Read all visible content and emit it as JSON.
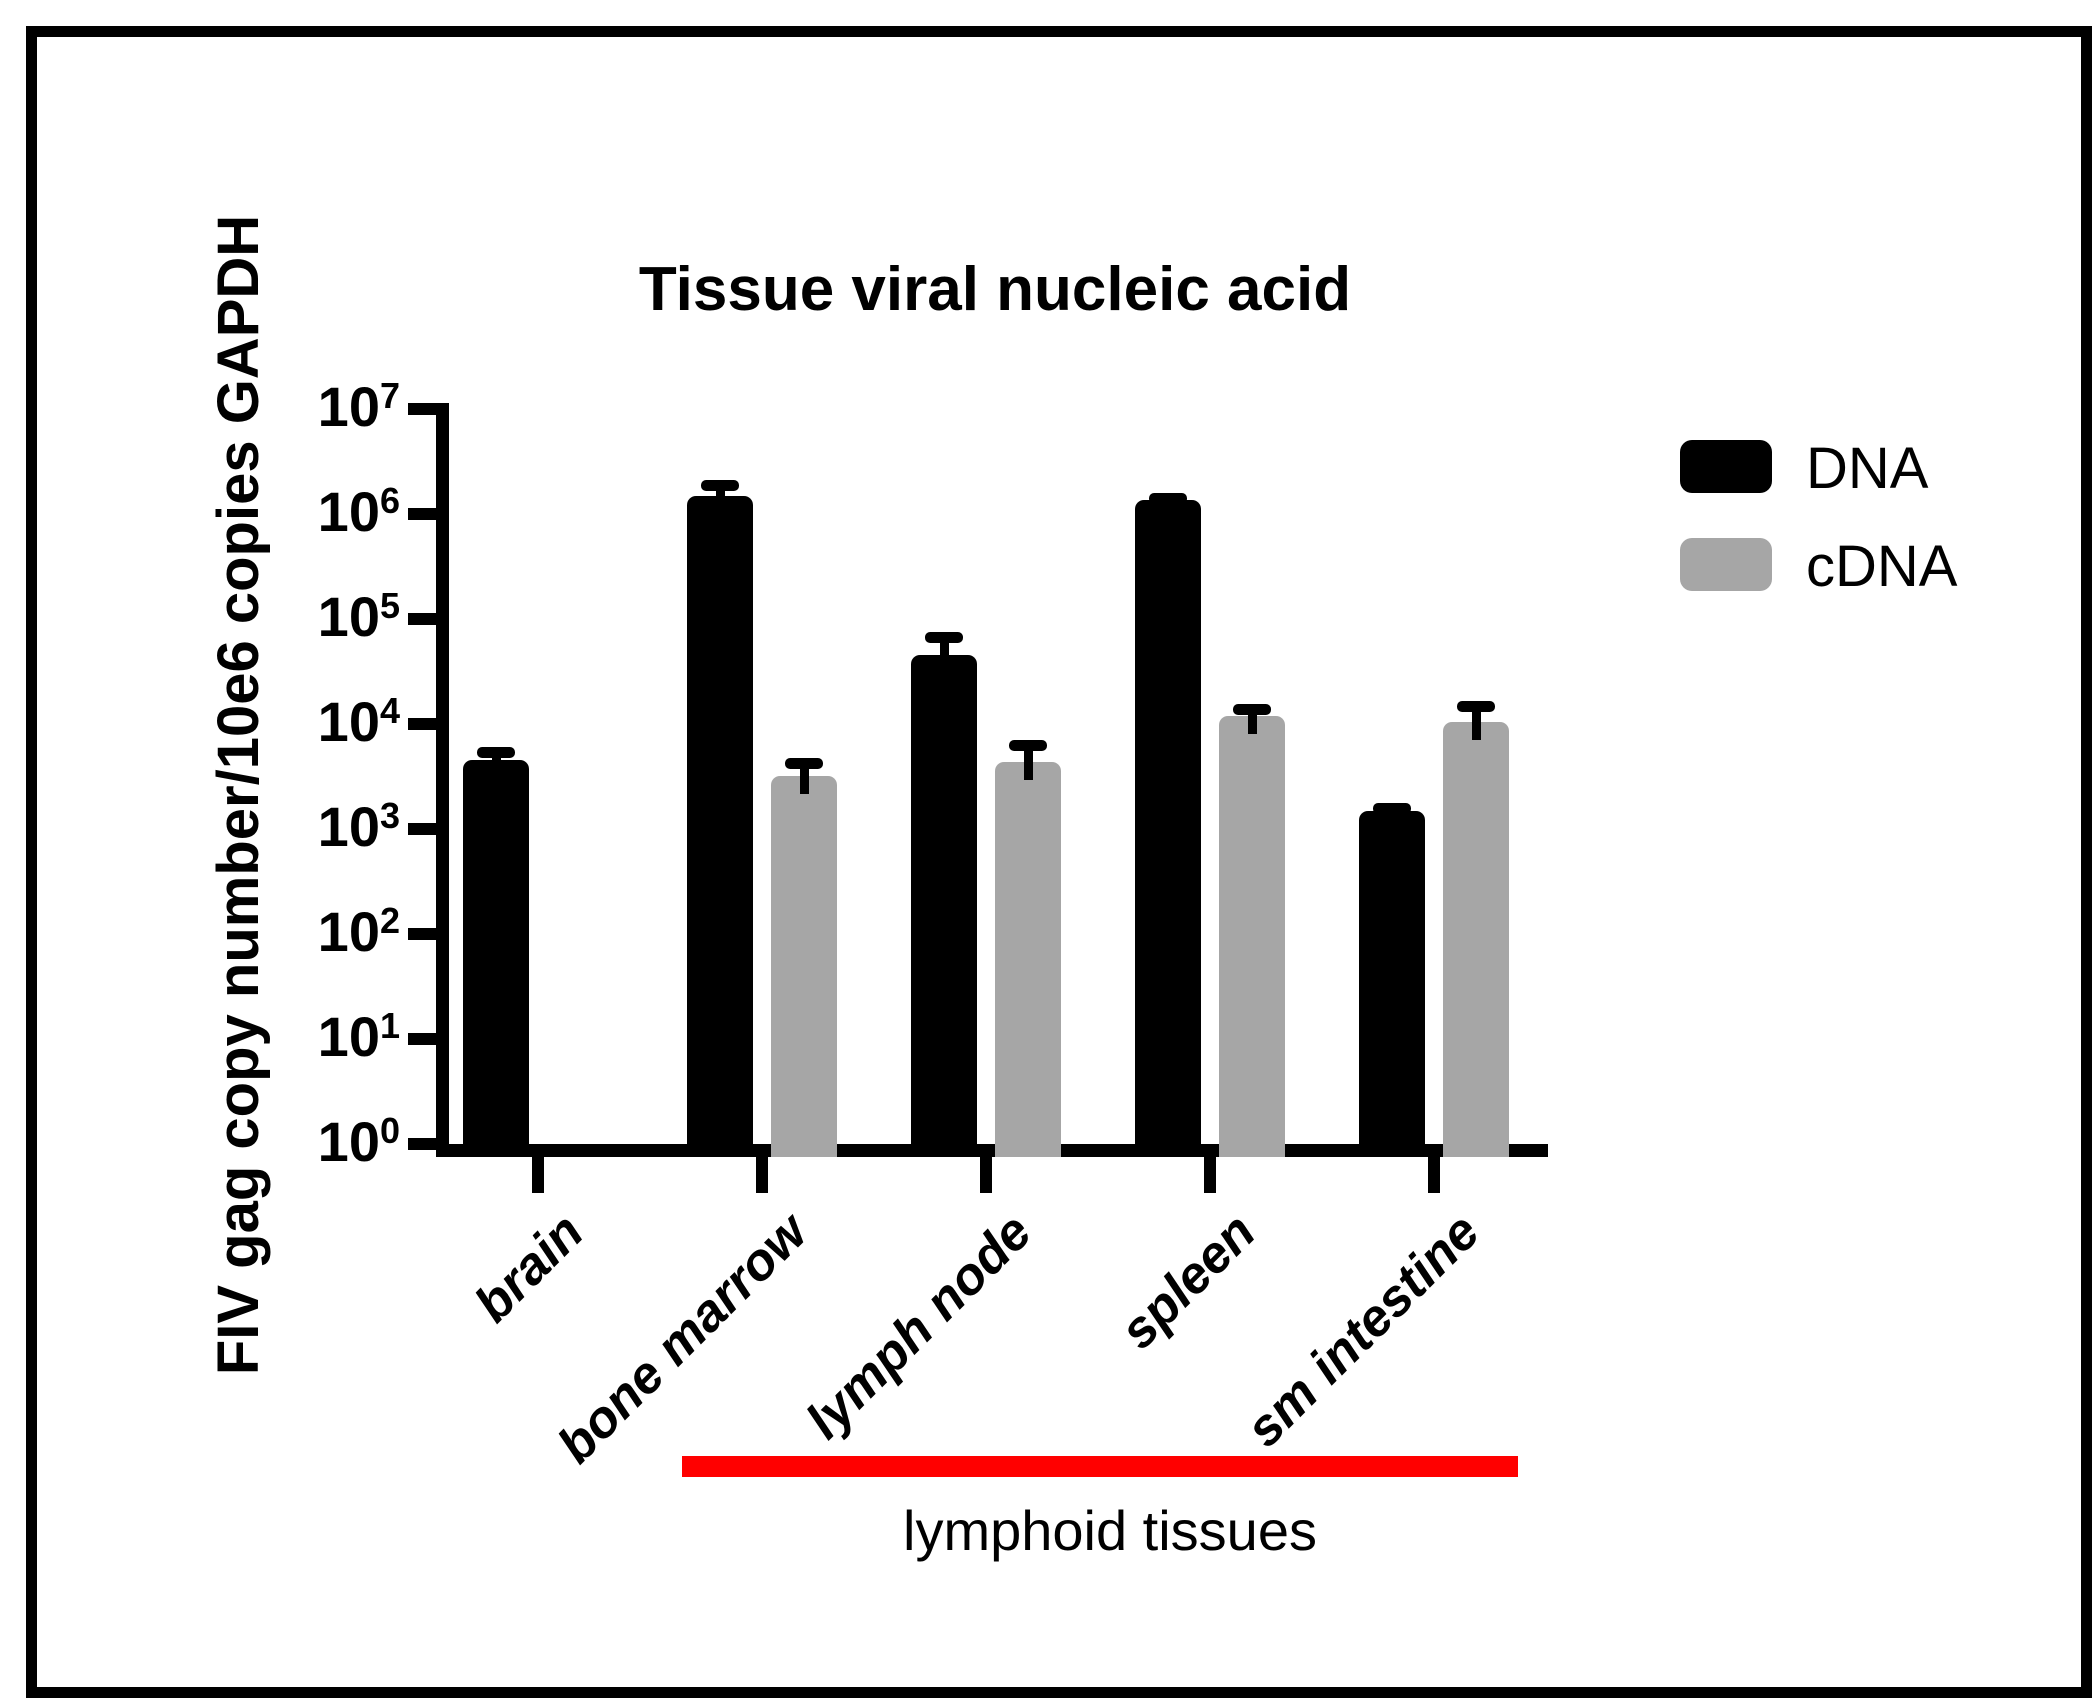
{
  "title": "Tissue viral nucleic acid",
  "y_axis": {
    "label": "FIV gag copy number/10e6 copies GAPDH",
    "tick_base": "10",
    "tick_exponents": [
      7,
      6,
      5,
      4,
      3,
      2,
      1,
      0
    ]
  },
  "legend": {
    "items": [
      {
        "label": "DNA",
        "color": "#000000"
      },
      {
        "label": "cDNA",
        "color": "#A6A6A6"
      }
    ]
  },
  "annotation": {
    "label": "lymphoid tissues",
    "line_color": "#FF0000",
    "spans_categories": [
      "bone marrow",
      "lymph node",
      "spleen",
      "sm intestine"
    ]
  },
  "chart_data": {
    "type": "bar",
    "scale": "log10",
    "title": "Tissue viral nucleic acid",
    "ylabel": "FIV gag copy number/10e6 copies GAPDH",
    "ylim": [
      1,
      10000000
    ],
    "grid": false,
    "legend_position": "upper-right",
    "categories": [
      "brain",
      "bone marrow",
      "lymph node",
      "spleen",
      "sm intestine"
    ],
    "series": [
      {
        "name": "DNA",
        "color": "#000000",
        "values": [
          4500,
          1500000,
          45000,
          1350000,
          1500
        ],
        "error_bar_top": [
          6000,
          2100000,
          75000,
          1600000,
          1750
        ]
      },
      {
        "name": "cDNA",
        "color": "#A6A6A6",
        "values": [
          null,
          3200,
          4300,
          12000,
          10500
        ],
        "error_bar_top": [
          null,
          4700,
          7000,
          15500,
          16500
        ]
      }
    ]
  }
}
